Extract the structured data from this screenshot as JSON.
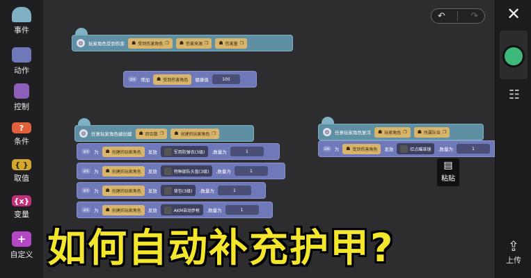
{
  "categories": [
    {
      "label": "事件",
      "icon": "event-hat-icon",
      "color": "#7fb0c3",
      "glyph": ""
    },
    {
      "label": "动作",
      "icon": "action-block-icon",
      "color": "#6f78b8",
      "glyph": ""
    },
    {
      "label": "控制",
      "icon": "control-c-icon",
      "color": "#8e5fb8",
      "glyph": ""
    },
    {
      "label": "条件",
      "icon": "condition-question-icon",
      "color": "#e0613a",
      "glyph": "?"
    },
    {
      "label": "取值",
      "icon": "value-braces-icon",
      "color": "#d4a62c",
      "glyph": "{ }"
    },
    {
      "label": "变量",
      "icon": "variable-x-icon",
      "color": "#c2307a",
      "glyph": "{x}"
    },
    {
      "label": "自定义",
      "icon": "custom-plus-icon",
      "color": "#b548c6",
      "glyph": "+"
    }
  ],
  "toolbar": {
    "undo": "↶",
    "redo": "↷"
  },
  "right": {
    "close": "✕",
    "upload_label": "上传"
  },
  "blocks": {
    "b1": {
      "title": "玩家角色受到伤害",
      "s1": "受到伤害角色",
      "s2": "伤害来源",
      "s3": "伤害量"
    },
    "b2": {
      "tag": "SPR",
      "prefix": "增加",
      "s1": "受到伤害角色",
      "label": "健康值",
      "value": "100"
    },
    "b3": {
      "title": "任意玩家角色被创建",
      "s1": "回合数",
      "s2": "创建的玩家角色"
    },
    "give_rows": [
      {
        "tag": "SPR",
        "w": "为",
        "s": "创建的玩家角色",
        "v": "发放",
        "item": "军用防弹衣(3级)",
        "q": ",数量为",
        "n": "1"
      },
      {
        "tag": "SPR",
        "w": "为",
        "s": "创建的玩家角色",
        "v": "发放",
        "item": "特种部队头盔(3级)",
        "q": ",数量为",
        "n": "1"
      },
      {
        "tag": "SPR",
        "w": "为",
        "s": "创建的玩家角色",
        "v": "发放",
        "item": "背包(3级)",
        "q": ",数量为",
        "n": "1"
      },
      {
        "tag": "SPR",
        "w": "为",
        "s": "创建的玩家角色",
        "v": "发放",
        "item": "AKM自动步枪",
        "q": ",数量为",
        "n": "1"
      }
    ],
    "b4": {
      "title": "任意玩家角色复活",
      "s1": "玩家角色",
      "s2": "所属队伍"
    },
    "b5": {
      "tag": "SPR",
      "w": "为",
      "s": "受到伤害角色",
      "v": "发放",
      "item": "红点瞄准镜",
      "q": ",数量为",
      "n": "1"
    }
  },
  "paste_label": "粘贴",
  "caption": "如何自动补充护甲?"
}
